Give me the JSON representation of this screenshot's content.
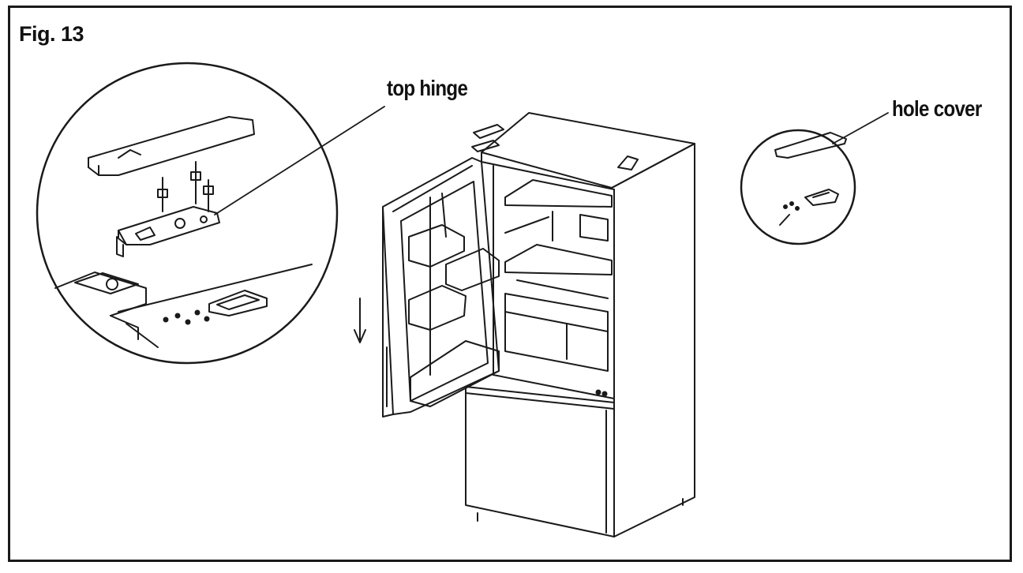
{
  "figure": {
    "title": "Fig. 13"
  },
  "labels": {
    "top_hinge": "top hinge",
    "hole_cover": "hole cover"
  },
  "colors": {
    "line": "#1a1a1a",
    "background": "#ffffff"
  }
}
